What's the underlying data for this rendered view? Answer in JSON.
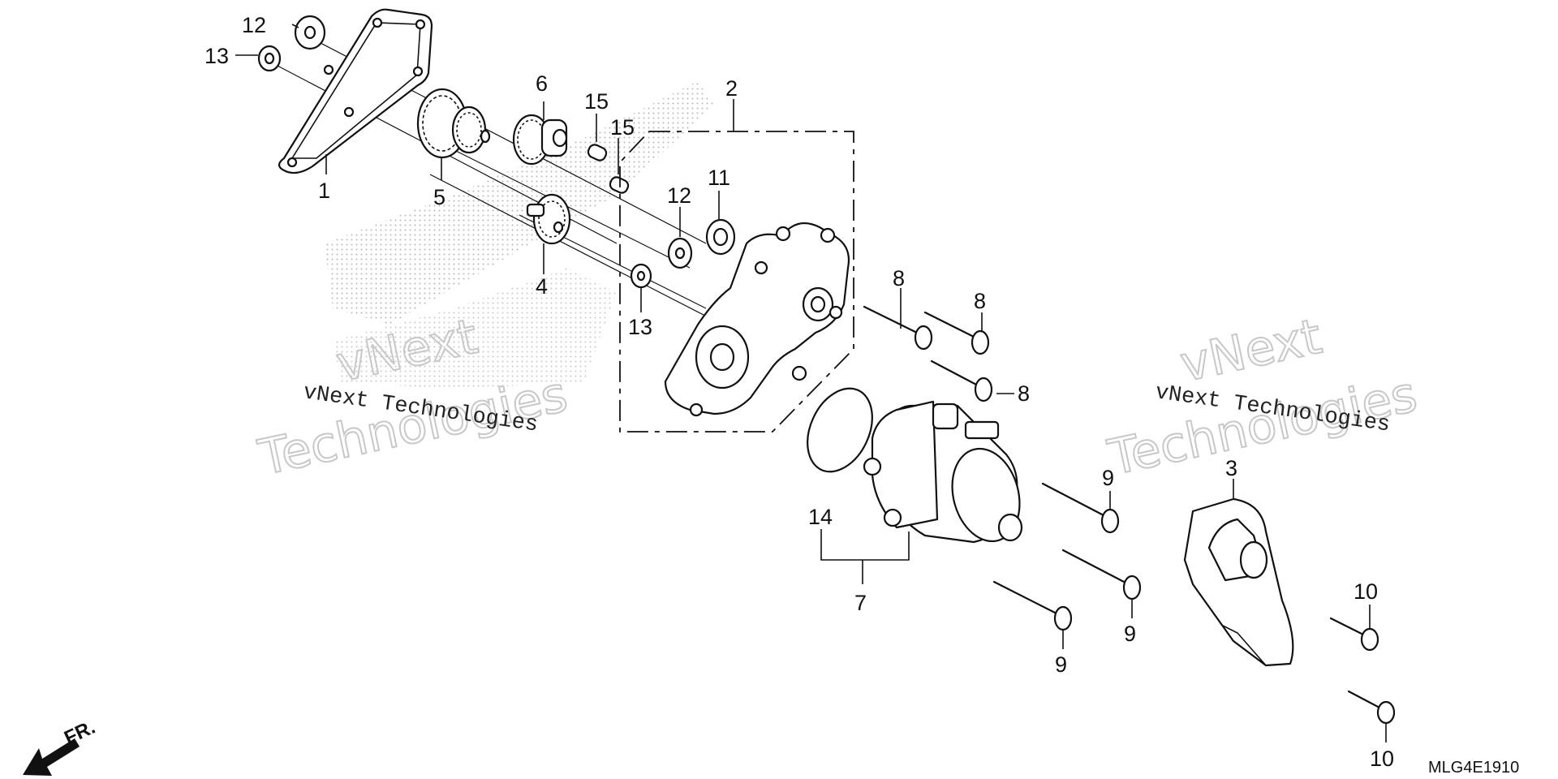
{
  "diagram": {
    "callouts": [
      {
        "id": "c1",
        "text": "1"
      },
      {
        "id": "c2",
        "text": "2"
      },
      {
        "id": "c3",
        "text": "3"
      },
      {
        "id": "c4",
        "text": "4"
      },
      {
        "id": "c5",
        "text": "5"
      },
      {
        "id": "c6",
        "text": "6"
      },
      {
        "id": "c7",
        "text": "7"
      },
      {
        "id": "c8a",
        "text": "8"
      },
      {
        "id": "c8b",
        "text": "8"
      },
      {
        "id": "c8c",
        "text": "8"
      },
      {
        "id": "c9a",
        "text": "9"
      },
      {
        "id": "c9b",
        "text": "9"
      },
      {
        "id": "c9c",
        "text": "9"
      },
      {
        "id": "c10a",
        "text": "10"
      },
      {
        "id": "c10b",
        "text": "10"
      },
      {
        "id": "c11",
        "text": "11"
      },
      {
        "id": "c12a",
        "text": "12"
      },
      {
        "id": "c12b",
        "text": "12"
      },
      {
        "id": "c13a",
        "text": "13"
      },
      {
        "id": "c13b",
        "text": "13"
      },
      {
        "id": "c14",
        "text": "14"
      },
      {
        "id": "c15a",
        "text": "15"
      },
      {
        "id": "c15b",
        "text": "15"
      }
    ],
    "direction_label": "FR.",
    "reference_code": "MLG4E1910",
    "watermarks": {
      "line1": "vNext Technologies",
      "line2": "vNext",
      "line3": "Technologies"
    }
  }
}
